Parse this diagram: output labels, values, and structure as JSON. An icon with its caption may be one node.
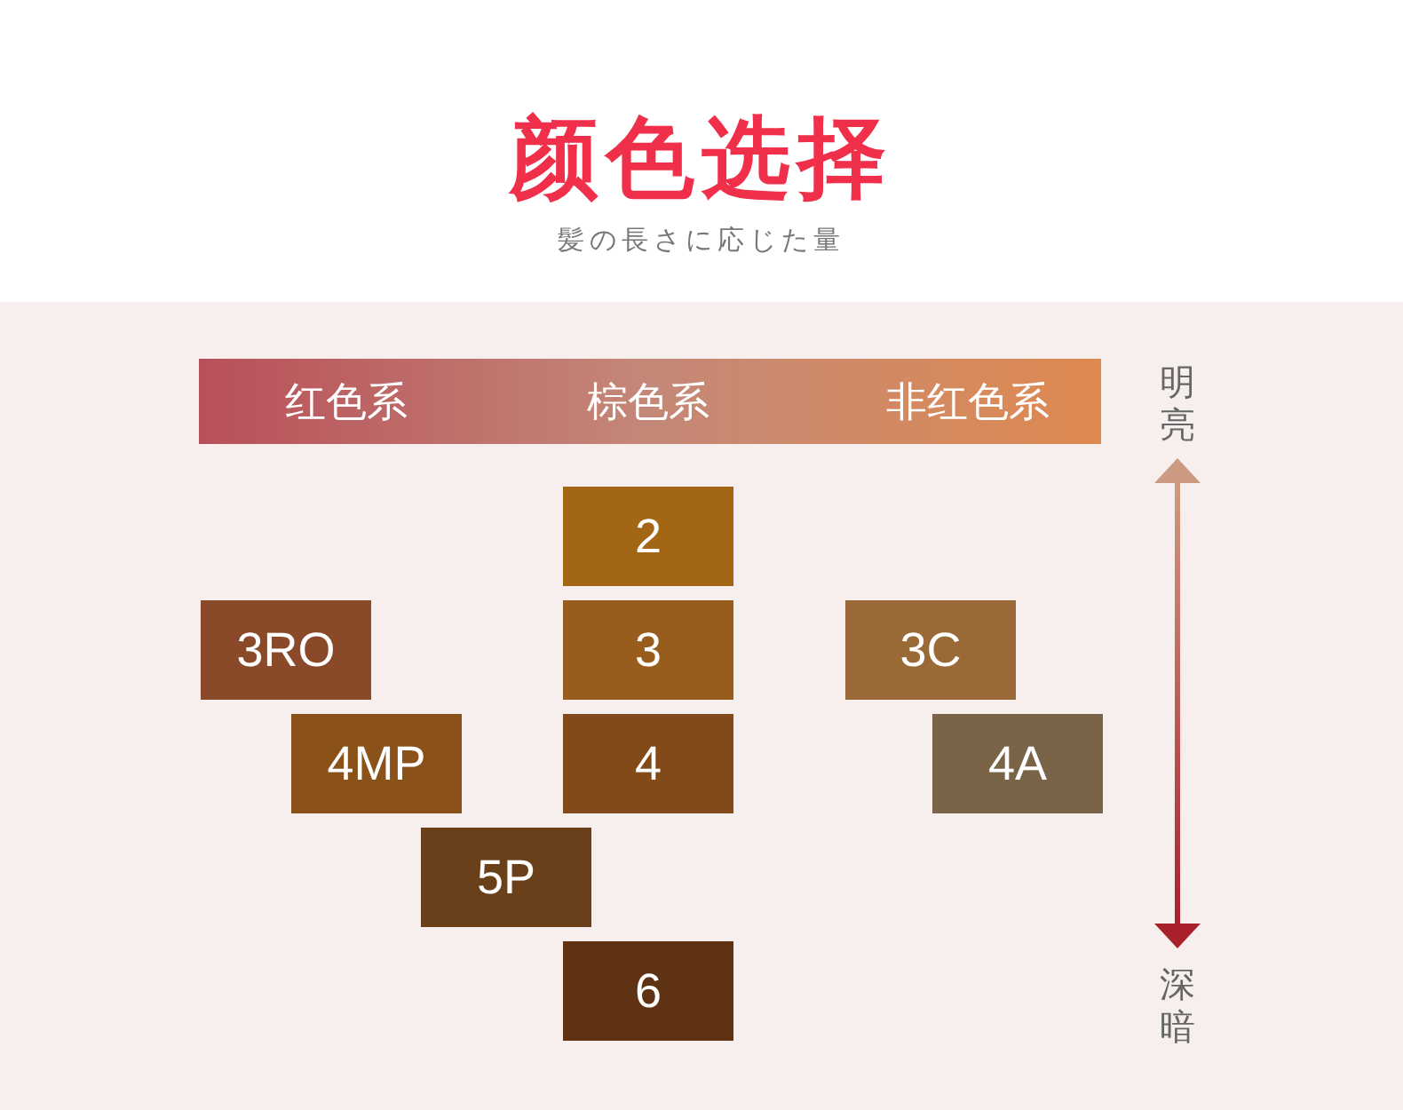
{
  "diagram": {
    "title": "颜色选择",
    "nodes": [
      {
        "text": [
          "2"
        ]
      },
      {
        "text": [
          "3RO"
        ]
      },
      {
        "text": [
          "3"
        ]
      },
      {
        "text": [
          "3C"
        ]
      },
      {
        "text": [
          "4MP"
        ]
      },
      {
        "text": [
          "4"
        ]
      },
      {
        "text": [
          "4A"
        ]
      },
      {
        "text": [
          "5P"
        ]
      },
      {
        "text": [
          "6"
        ]
      }
    ],
    "labels": [
      "髪の長さに応じた量",
      "红色系",
      "棕色系",
      "非红色系",
      "明亮",
      "深暗"
    ]
  }
}
